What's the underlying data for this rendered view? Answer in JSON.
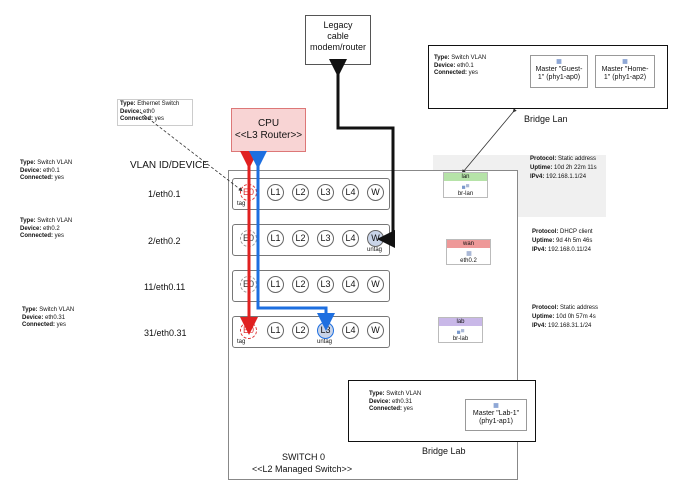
{
  "legacy": {
    "line1": "Legacy",
    "line2": "cable",
    "line3": "modem/router"
  },
  "cpu": {
    "title": "CPU",
    "subtitle": "<<L3 Router>>"
  },
  "switch0": {
    "title": "SWITCH 0",
    "subtitle": "<<L2 Managed Switch>>"
  },
  "column_header": "VLAN ID/DEVICE",
  "ports": [
    "E0",
    "L1",
    "L2",
    "L3",
    "L4",
    "W"
  ],
  "rows": [
    {
      "label": "1/eth0.1",
      "e0_note": "tag",
      "extra_note": ""
    },
    {
      "label": "2/eth0.2",
      "e0_note": "",
      "extra_note": "untag"
    },
    {
      "label": "11/eth0.11",
      "e0_note": "",
      "extra_note": ""
    },
    {
      "label": "31/eth0.31",
      "e0_note": "tag",
      "extra_note": "untag"
    }
  ],
  "tooltip_eth": {
    "type_k": "Type:",
    "type_v": "Ethernet Switch",
    "dev_k": "Device:",
    "dev_v": "eth0",
    "con_k": "Connected:",
    "con_v": "yes"
  },
  "left_infos": [
    {
      "type_k": "Type:",
      "type_v": "Switch VLAN",
      "dev_k": "Device:",
      "dev_v": "eth0.1",
      "con_k": "Connected:",
      "con_v": "yes"
    },
    {
      "type_k": "Type:",
      "type_v": "Switch VLAN",
      "dev_k": "Device:",
      "dev_v": "eth0.2",
      "con_k": "Connected:",
      "con_v": "yes"
    },
    {
      "type_k": "Type:",
      "type_v": "Switch VLAN",
      "dev_k": "Device:",
      "dev_v": "eth0.31",
      "con_k": "Connected:",
      "con_v": "yes"
    }
  ],
  "interfaces": [
    {
      "name": "lan",
      "device": "br-lan",
      "color": "#b6e3a8"
    },
    {
      "name": "wan",
      "device": "eth0.2",
      "color": "#ee9999"
    },
    {
      "name": "lab",
      "device": "br-lab",
      "color": "#c9b8e8"
    }
  ],
  "iface_info": [
    {
      "proto_k": "Protocol:",
      "proto_v": "Static address",
      "up_k": "Uptime:",
      "up_v": "10d 2h 22m 11s",
      "ip_k": "IPv4:",
      "ip_v": "192.168.1.1/24"
    },
    {
      "proto_k": "Protocol:",
      "proto_v": "DHCP client",
      "up_k": "Uptime:",
      "up_v": "9d 4h 5m 46s",
      "ip_k": "IPv4:",
      "ip_v": "192.168.0.11/24"
    },
    {
      "proto_k": "Protocol:",
      "proto_v": "Static address",
      "up_k": "Uptime:",
      "up_v": "10d 0h 57m 4s",
      "ip_k": "IPv4:",
      "ip_v": "192.168.31.1/24"
    }
  ],
  "bridge_lan": {
    "caption": "Bridge Lan",
    "info": {
      "type_k": "Type:",
      "type_v": "Switch VLAN",
      "dev_k": "Device:",
      "dev_v": "eth0.1",
      "con_k": "Connected:",
      "con_v": "yes"
    },
    "aps": [
      {
        "line1": "Master \"Guest-",
        "line2": "1\" (phy1-ap0)"
      },
      {
        "line1": "Master \"Home-",
        "line2": "1\" (phy1-ap2)"
      }
    ]
  },
  "bridge_lab": {
    "caption": "Bridge Lab",
    "info": {
      "type_k": "Type:",
      "type_v": "Switch VLAN",
      "dev_k": "Device:",
      "dev_v": "eth0.31",
      "con_k": "Connected:",
      "con_v": "yes"
    },
    "aps": [
      {
        "line1": "Master \"Lab-1\"",
        "line2": "(phy1-ap1)"
      }
    ]
  },
  "colors": {
    "red_path": "#e02020",
    "blue_path": "#1e6fe0",
    "cpu_fill": "#f8d4d4"
  }
}
